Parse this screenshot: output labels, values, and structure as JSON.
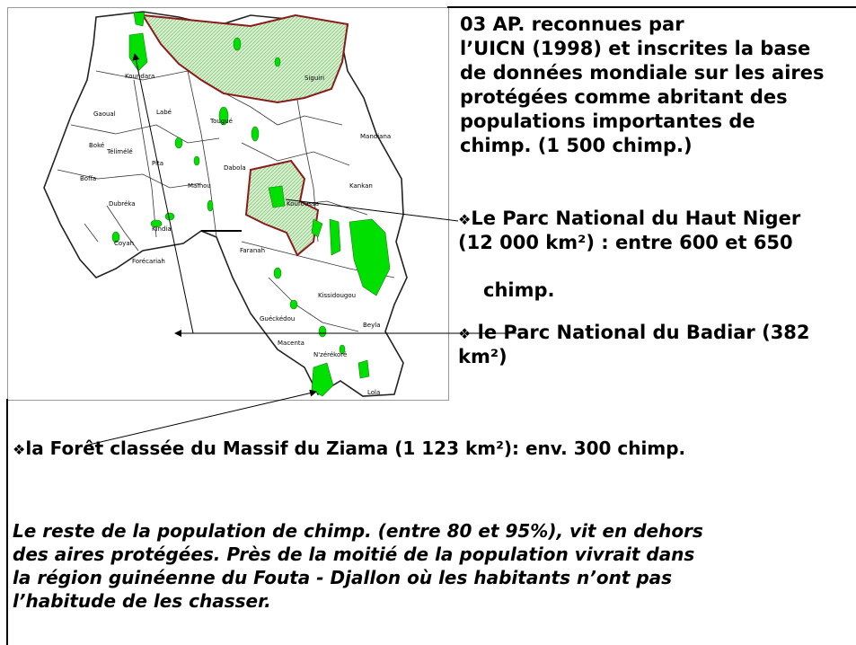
{
  "intro_lines": [
    "03 AP. reconnues par",
    "l’UICN (1998) et inscrites la base",
    "de données mondiale sur les aires",
    "protégées comme abritant des",
    "populations importantes de",
    "chimp. (1 500 chimp.)"
  ],
  "bullet_symbol": "❖",
  "haut_niger": {
    "line1": "Le Parc National du Haut Niger",
    "line2": "(12 000 km²) : entre 600 et 650",
    "line3": "chimp."
  },
  "badiar": {
    "line1": " le Parc National du Badiar (382",
    "line2": "km²)"
  },
  "ziama": "la Forêt classée du Massif du Ziama (1 123 km²): env. 300 chimp.",
  "rest_lines": [
    "Le reste de la population de chimp. (entre 80 et 95%), vit en dehors",
    "des aires protégées. Près de la moitié de la population vivrait dans",
    "la région guinéenne du Fouta - Djallon où les habitants n’ont pas",
    "l’habitude de les chasser."
  ],
  "map_labels": {
    "koundara": "Koundara",
    "boke": "Boké",
    "telimele": "Télimélé",
    "boffa": "Boffa",
    "dubreka": "Dubréka",
    "coyah": "Coyah",
    "forecariah": "Forécariah",
    "mamou": "Mamou",
    "faranah": "Faranah",
    "kissidougou": "Kissidougou",
    "gueckedou": "Guéckédou",
    "macenta": "Macenta",
    "nzerekore": "N'zérékoré",
    "beyla": "Beyla",
    "lola": "Lola",
    "mandiana": "Mandiana",
    "kouroussa": "Kouroussa",
    "siguiri": "Siguiri",
    "dabola": "Dabola",
    "tougue": "Tougué",
    "labe": "Labé",
    "pita": "Pita",
    "kindia": "Kindia",
    "gaoual": "Gaoual",
    "kankan": "Kankan"
  },
  "colors": {
    "park_fill": "#00e000",
    "reserve_fill": "#c8ecc0",
    "reserve_border": "#8b1a1a",
    "boundary": "#222222"
  }
}
